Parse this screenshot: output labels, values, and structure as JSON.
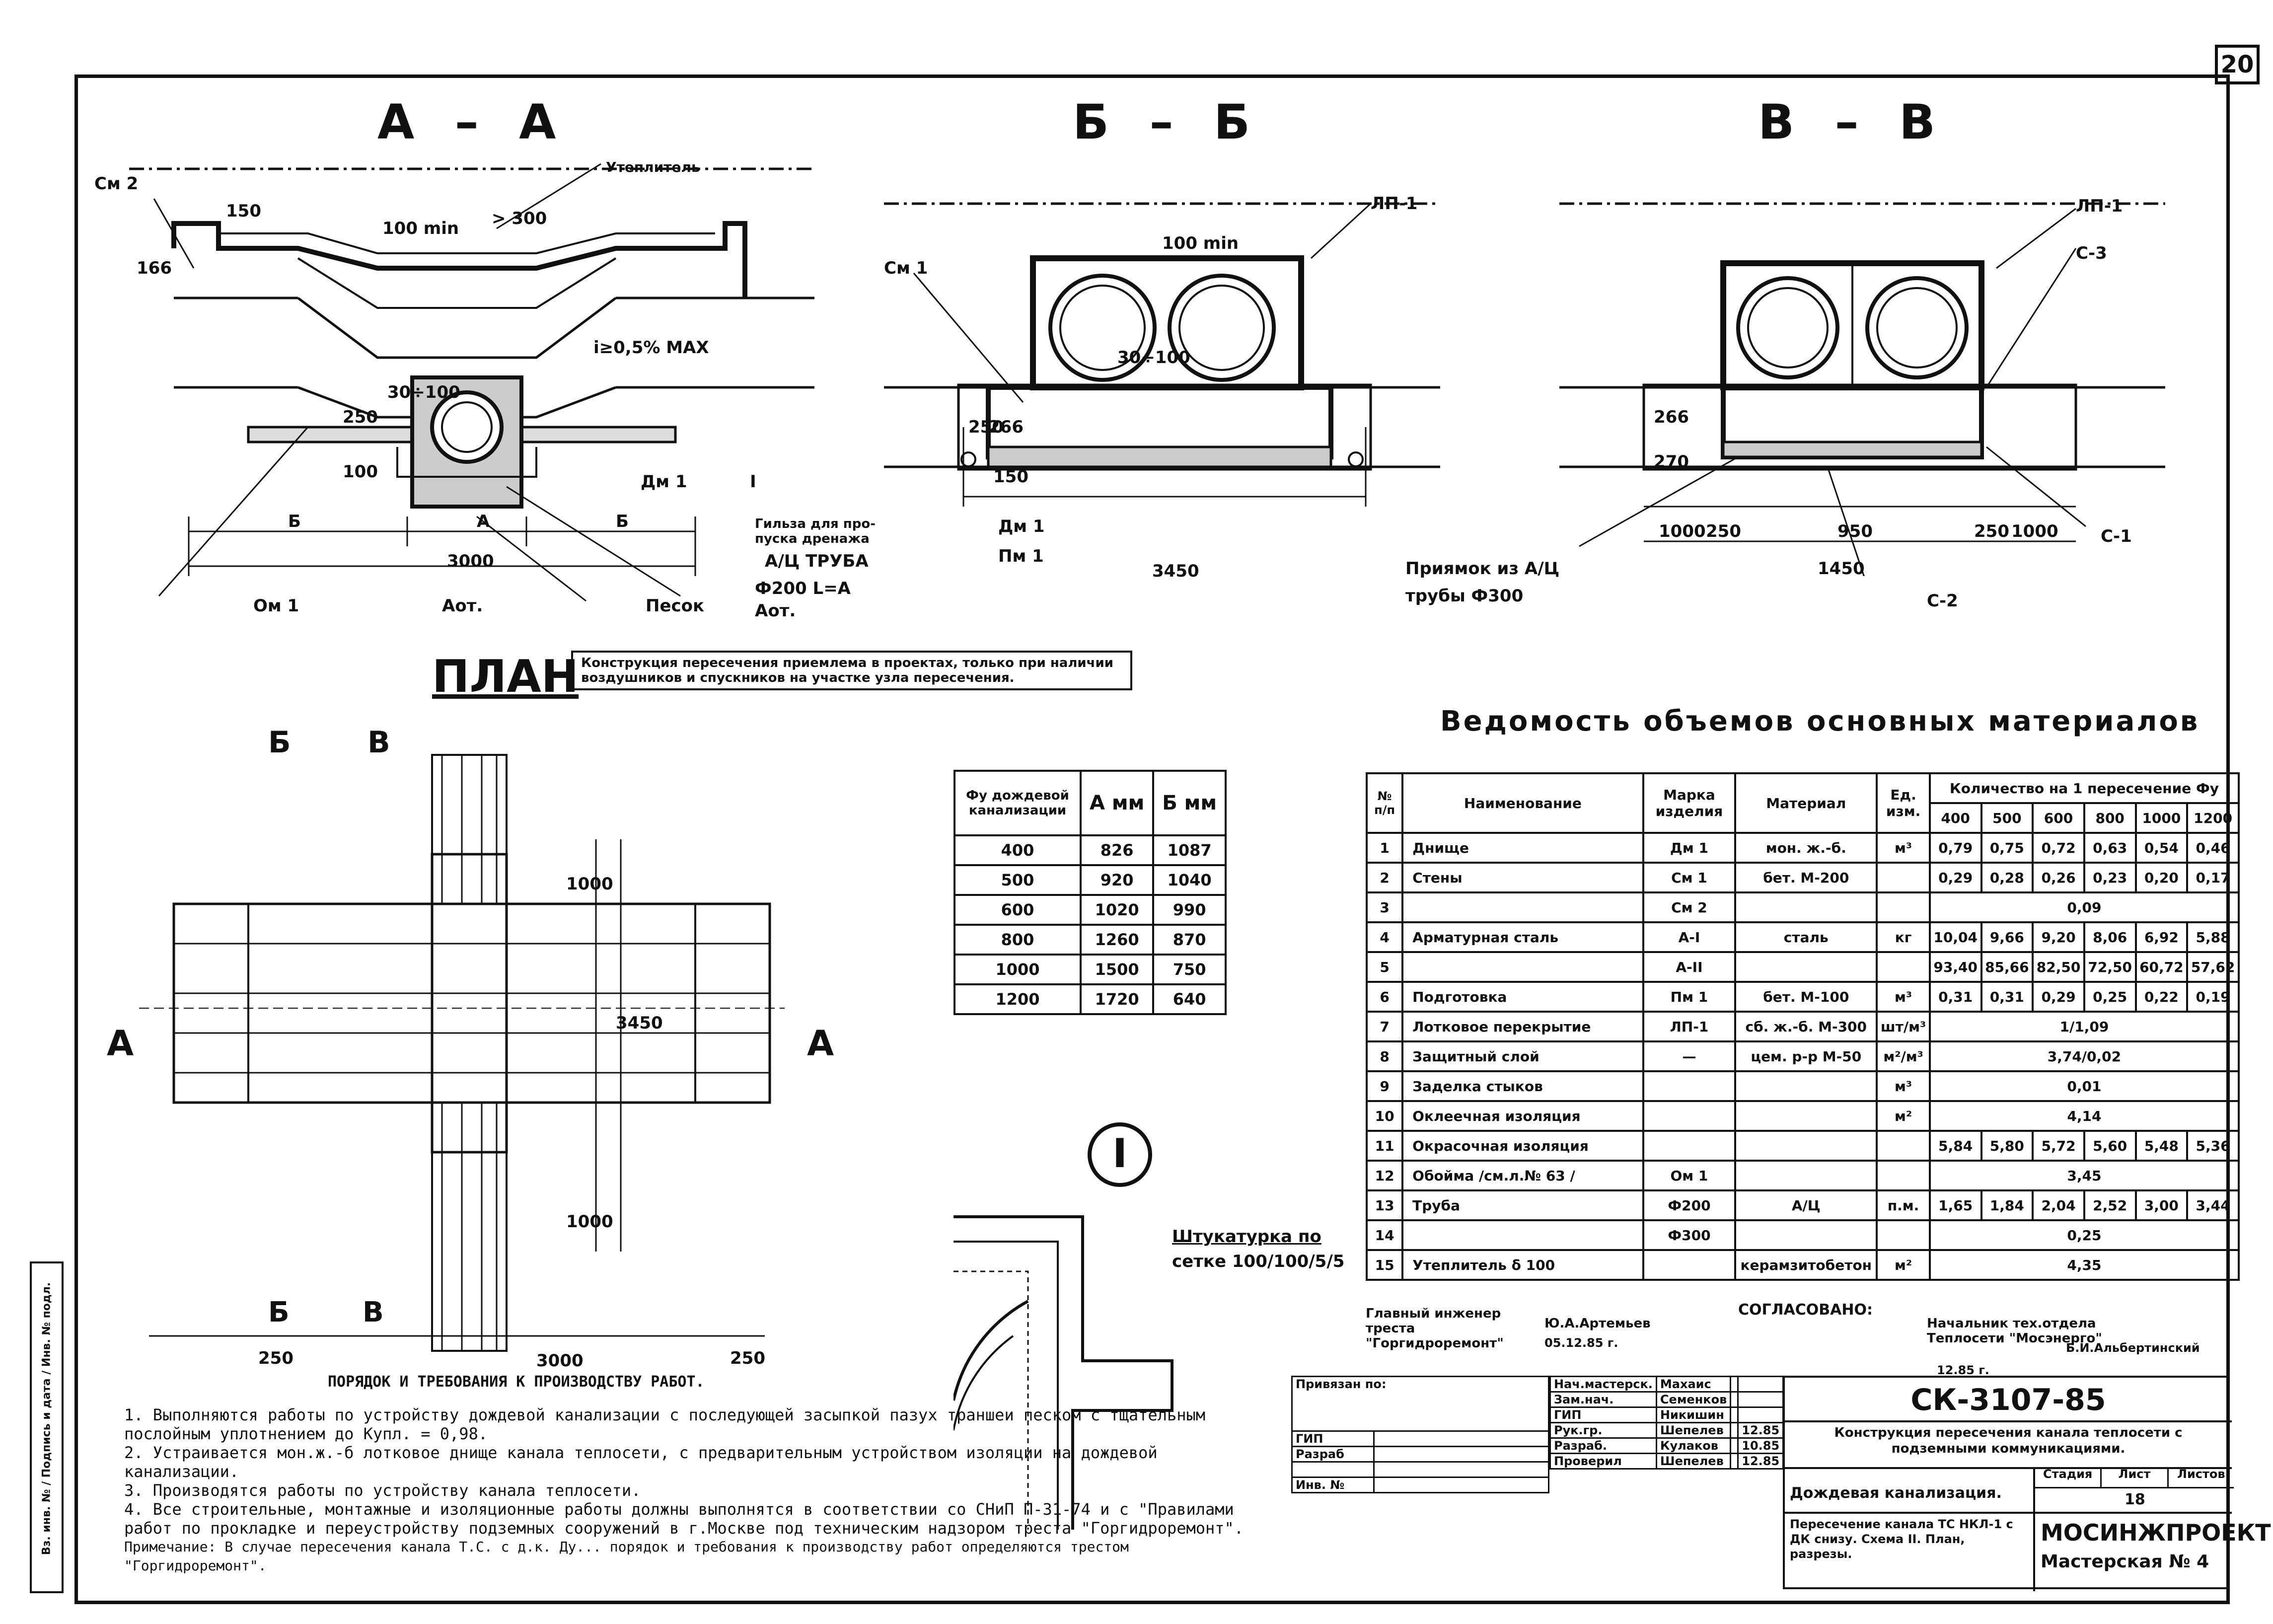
{
  "sheet_number": "20",
  "sections": {
    "aa": {
      "title": "А – А"
    },
    "bb": {
      "title": "Б – Б"
    },
    "vv": {
      "title": "В – В"
    }
  },
  "aa_labels": {
    "cm2": "См 2",
    "insulation": "Утеплитель",
    "d150": "150",
    "d100min": "100 min",
    "d300": "> 300",
    "d166": "166",
    "d250": "250",
    "d3090": "30÷100",
    "d100": "100",
    "slope": "i≥0,5% MAX",
    "dm1": "Дм 1",
    "om1": "Ом 1",
    "mark_i": "I",
    "dim_b1": "Б",
    "dim_a": "А",
    "dim_b2": "Б",
    "dim_3000": "3000",
    "aot": "Аот.",
    "sand": "Песок",
    "sleeve": "Гильза для про-пуска дренажа",
    "pipe": "А/Ц ТРУБА",
    "pipe_d": "Ф200  L=A",
    "pipe_aot": "Аот."
  },
  "bb_labels": {
    "cm1": "См 1",
    "lp1": "ЛП-1",
    "d100min": "100 min",
    "d30100": "30÷100",
    "d250": "250",
    "d266": "266",
    "d150": "150",
    "dm1": "Дм 1",
    "pm1": "Пм 1",
    "dim_3450": "3450"
  },
  "vv_labels": {
    "lp1": "ЛП-1",
    "c3": "С-3",
    "c1": "С-1",
    "c2": "С-2",
    "d266": "266",
    "d270": "270",
    "dim_1000a": "1000",
    "dim_250a": "250",
    "dim_950": "950",
    "dim_250b": "250",
    "dim_1000b": "1000",
    "dim_1450": "1450",
    "pit": "Приямок из А/Ц",
    "pit2": "трубы Ф300"
  },
  "plan": {
    "title": "ПЛАН",
    "note": "Конструкция пересечения приемлема в проектах, только при наличии воздушников и спускников на участке узла пересечения.",
    "cut_b": "Б",
    "cut_v": "В",
    "cut_a_left": "А",
    "cut_a_right": "А",
    "dim_1000_top": "1000",
    "dim_1000_bot": "1000",
    "dim_3450": "3450",
    "dim_250l": "250",
    "dim_3000": "3000",
    "dim_250r": "250"
  },
  "ab_table": {
    "headers": [
      "Фу дождевой канализации",
      "А мм",
      "Б мм"
    ],
    "rows": [
      [
        "400",
        "826",
        "1087"
      ],
      [
        "500",
        "920",
        "1040"
      ],
      [
        "600",
        "1020",
        "990"
      ],
      [
        "800",
        "1260",
        "870"
      ],
      [
        "1000",
        "1500",
        "750"
      ],
      [
        "1200",
        "1720",
        "640"
      ]
    ]
  },
  "detail": {
    "mark": "I",
    "plaster": "Штукатурка по",
    "plaster2": "сетке 100/100/5/5"
  },
  "materials": {
    "title": "Ведомость объемов основных материалов",
    "headers": {
      "n": "№ п/п",
      "name": "Наименование",
      "mark": "Марка изделия",
      "material": "Материал",
      "unit": "Ед. изм.",
      "qty": "Количество на 1 пересечение Фу"
    },
    "diameters": [
      "400",
      "500",
      "600",
      "800",
      "1000",
      "1200"
    ],
    "rows": [
      {
        "n": "1",
        "name": "Днище",
        "mark": "Дм 1",
        "material": "мон. ж.-б.",
        "unit": "м³",
        "vals": [
          "0,79",
          "0,75",
          "0,72",
          "0,63",
          "0,54",
          "0,46"
        ]
      },
      {
        "n": "2",
        "name": "Стены",
        "mark": "См 1",
        "material": "бет. М-200",
        "unit": "",
        "vals": [
          "0,29",
          "0,28",
          "0,26",
          "0,23",
          "0,20",
          "0,17"
        ]
      },
      {
        "n": "3",
        "name": "",
        "mark": "См 2",
        "material": "",
        "unit": "",
        "merged": "0,09"
      },
      {
        "n": "4",
        "name": "Арматурная сталь",
        "mark": "А-I",
        "material": "сталь",
        "unit": "кг",
        "vals": [
          "10,04",
          "9,66",
          "9,20",
          "8,06",
          "6,92",
          "5,88"
        ]
      },
      {
        "n": "5",
        "name": "",
        "mark": "А-II",
        "material": "",
        "unit": "",
        "vals": [
          "93,40",
          "85,66",
          "82,50",
          "72,50",
          "60,72",
          "57,62"
        ]
      },
      {
        "n": "6",
        "name": "Подготовка",
        "mark": "Пм 1",
        "material": "бет. М-100",
        "unit": "м³",
        "vals": [
          "0,31",
          "0,31",
          "0,29",
          "0,25",
          "0,22",
          "0,19"
        ]
      },
      {
        "n": "7",
        "name": "Лотковое перекрытие",
        "mark": "ЛП-1",
        "material": "сб. ж.-б. М-300",
        "unit": "шт/м³",
        "merged": "1/1,09"
      },
      {
        "n": "8",
        "name": "Защитный слой",
        "mark": "—",
        "material": "цем. р-р М-50",
        "unit": "м²/м³",
        "merged": "3,74/0,02"
      },
      {
        "n": "9",
        "name": "Заделка стыков",
        "mark": "",
        "material": "",
        "unit": "м³",
        "merged": "0,01"
      },
      {
        "n": "10",
        "name": "Оклеечная изоляция",
        "mark": "",
        "material": "",
        "unit": "м²",
        "merged": "4,14"
      },
      {
        "n": "11",
        "name": "Окрасочная изоляция",
        "mark": "",
        "material": "",
        "unit": "",
        "vals": [
          "5,84",
          "5,80",
          "5,72",
          "5,60",
          "5,48",
          "5,36"
        ]
      },
      {
        "n": "12",
        "name": "Обойма /см.л.№ 63 /",
        "mark": "Ом 1",
        "material": "",
        "unit": "",
        "merged": "3,45"
      },
      {
        "n": "13",
        "name": "Труба",
        "mark": "Ф200",
        "material": "А/Ц",
        "unit": "п.м.",
        "vals": [
          "1,65",
          "1,84",
          "2,04",
          "2,52",
          "3,00",
          "3,44"
        ]
      },
      {
        "n": "14",
        "name": "",
        "mark": "Ф300",
        "material": "",
        "unit": "",
        "merged": "0,25"
      },
      {
        "n": "15",
        "name": "Утеплитель  δ 100",
        "mark": "",
        "material": "керамзитобетон",
        "unit": "м²",
        "merged": "4,35"
      }
    ]
  },
  "approval": {
    "chief": "Главный инженер треста \"Горгидроремонт\"",
    "chief_name": "Ю.А.Артемьев",
    "chief_date": "05.12.85 г.",
    "agreed": "СОГЛАСОВАНО:",
    "head": "Начальник тех.отдела Теплосети \"Мосэнерго\"",
    "head_name": "Б.И.Альбертинский",
    "head_date": "12.85 г."
  },
  "notes": {
    "title": "ПОРЯДОК И ТРЕБОВАНИЯ К ПРОИЗВОДСТВУ РАБОТ.",
    "items": [
      "1. Выполняются работы по устройству дождевой канализации с последующей засыпкой пазух траншеи песком с тщательным послойным уплотнением до Купл. = 0,98.",
      "2. Устраивается мон.ж.-б лотковое днище канала теплосети, с предварительным устройством изоляции на дождевой канализации.",
      "3. Производятся работы по устройству канала теплосети.",
      "4. Все строительные, монтажные и изоляционные работы должны выполнятся в соответствии со СНиП П-31-74 и с \"Правилами работ по прокладке и переустройству подземных сооружений в г.Москве под техническим надзором треста \"Горгидроремонт\".",
      "Примечание: В случае пересечения канала Т.С. с д.к. Ду... порядок и требования к производству работ определяются трестом \"Горгидроремонт\"."
    ]
  },
  "title_block": {
    "bound": "Привязан по:",
    "roles": [
      {
        "role": "Нач.мастерск.",
        "name": "Махаис",
        "date": ""
      },
      {
        "role": "Зам.нач.",
        "name": "Семенков",
        "date": ""
      },
      {
        "role": "ГИП",
        "name": "Никишин",
        "date": ""
      },
      {
        "role": "Рук.гр.",
        "name": "Шепелев",
        "date": "12.85"
      },
      {
        "role": "Разраб.",
        "name": "Кулаков",
        "date": "10.85"
      },
      {
        "role": "Проверил",
        "name": "Шепелев",
        "date": "12.85"
      }
    ],
    "left_rows": [
      "ГИП",
      "Разраб",
      "",
      "Инв. №"
    ],
    "code": "СК-3107-85",
    "description": "Конструкция пересечения канала теплосети с подземными коммуникациями.",
    "subject": "Дождевая канализация.",
    "sheet_title": "Пересечение канала ТС НКЛ-1 с ДК снизу. Схема II. План, разрезы.",
    "stage_label": "Стадия",
    "sheet_label": "Лист",
    "sheets_label": "Листов",
    "sheet_value": "18",
    "org": "МОСИНЖПРОЕКТ",
    "workshop": "Мастерская № 4"
  },
  "side_stamp": "Вз. инв. № / Подпись и дата / Инв. № подл."
}
